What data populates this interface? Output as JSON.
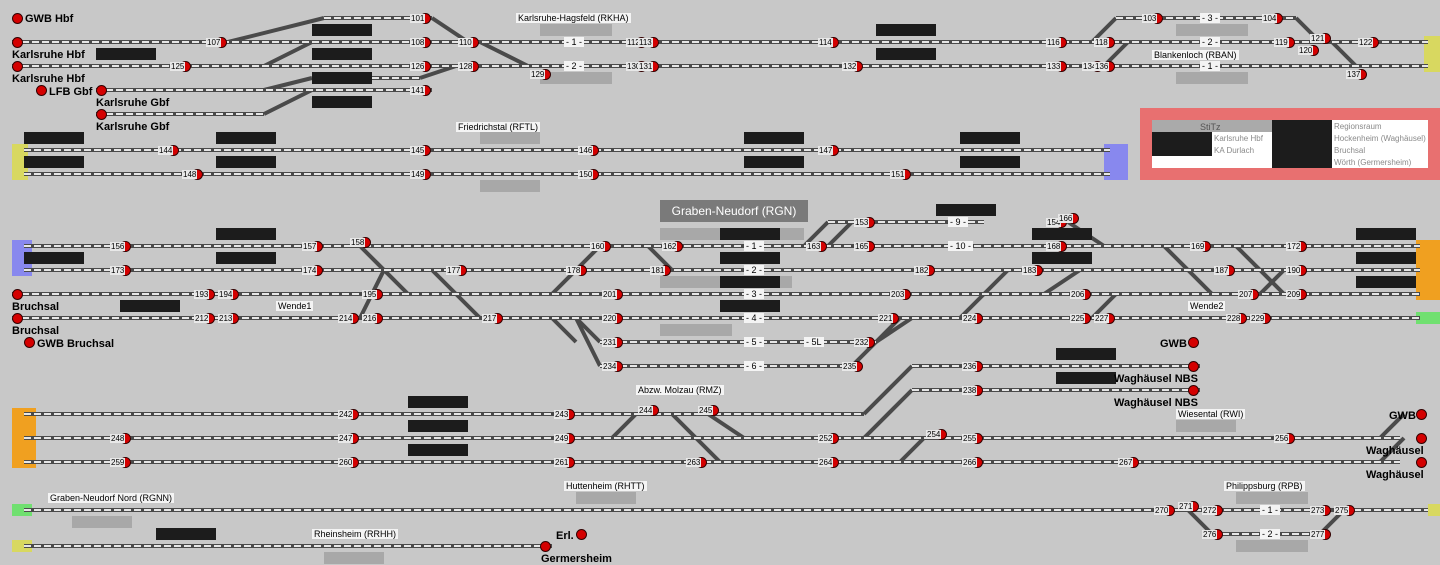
{
  "colors": {
    "background": "#c8c8c8",
    "track": "#555555",
    "signal_red": "#d40000",
    "signal_green": "#2a8a2a",
    "display": "#1a1a1a",
    "panel_red": "#e87070",
    "edge_yellow": "#d8d860",
    "edge_blue": "#8888ee",
    "edge_orange": "#f0a020",
    "edge_green": "#70e070"
  },
  "stations": {
    "karlsruhe_hagsfeld": "Karlsruhe-Hagsfeld (RKHA)",
    "blankenloch": "Blankenloch (RBAN)",
    "friedrichstal": "Friedrichstal (RFTL)",
    "graben_neudorf": "Graben-Neudorf (RGN)",
    "abzw_molzau": "Abzw. Molzau (RMZ)",
    "wiesental": "Wiesental (RWI)",
    "huttenheim": "Huttenheim (RHTT)",
    "philippsburg": "Philippsburg (RPB)",
    "graben_neudorf_nord": "Graben-Neudorf Nord (RGNN)",
    "rheinsheim": "Rheinsheim (RRHH)"
  },
  "destinations": {
    "gwb_hbf": "GWB Hbf",
    "karlsruhe_hbf_1": "Karlsruhe Hbf",
    "karlsruhe_hbf_2": "Karlsruhe Hbf",
    "lfb_gbf": "LFB Gbf",
    "karlsruhe_gbf_1": "Karlsruhe Gbf",
    "karlsruhe_gbf_2": "Karlsruhe Gbf",
    "bruchsal_1": "Bruchsal",
    "bruchsal_2": "Bruchsal",
    "gwb_bruchsal": "GWB Bruchsal",
    "gwb_right_1": "GWB",
    "waghaeusel_nbs_1": "Waghäusel NBS",
    "waghaeusel_nbs_2": "Waghäusel NBS",
    "gwb_right_2": "GWB",
    "waghaeusel_1": "Waghäusel",
    "waghaeusel_2": "Waghäusel",
    "erl": "Erl.",
    "germersheim": "Germersheim"
  },
  "wende": {
    "wende1": "Wende1",
    "wende2": "Wende2"
  },
  "track_numbers": {
    "rkha_1": "- 1 -",
    "rkha_2": "- 2 -",
    "rban_3": "- 3 -",
    "rban_2": "- 2 -",
    "rban_1": "- 1 -",
    "rgn_9": "- 9 -",
    "rgn_10": "- 10 -",
    "rgn_1": "- 1 -",
    "rgn_2": "- 2 -",
    "rgn_3": "- 3 -",
    "rgn_4": "- 4 -",
    "rgn_5": "- 5 -",
    "rgn_5l": "- 5L",
    "rgn_6": "- 6 -",
    "rpb_1": "- 1 -",
    "rpb_2": "- 2 -"
  },
  "signals": {
    "s101": "101",
    "s107": "107",
    "s108": "108",
    "s110": "110",
    "s112": "112",
    "s113": "113",
    "s114": "114",
    "s116": "116",
    "s118": "118",
    "s119": "119",
    "s120": "120",
    "s121": "121",
    "s122": "122",
    "s103": "103",
    "s104": "104",
    "s125": "125",
    "s126": "126",
    "s128": "128",
    "s129": "129",
    "s130": "130",
    "s131": "131",
    "s132": "132",
    "s133": "133",
    "s134": "134",
    "s136": "136",
    "s137": "137",
    "s141": "141",
    "s144": "144",
    "s145": "145",
    "s146": "146",
    "s147": "147",
    "s148": "148",
    "s149": "149",
    "s150": "150",
    "s151": "151",
    "s153": "153",
    "s154": "154",
    "s156": "156",
    "s157": "157",
    "s158": "158",
    "s160": "160",
    "s162": "162",
    "s163": "163",
    "s165": "165",
    "s166": "166",
    "s168": "168",
    "s169": "169",
    "s172": "172",
    "s173": "173",
    "s174": "174",
    "s177": "177",
    "s178": "178",
    "s181": "181",
    "s182": "182",
    "s183": "183",
    "s187": "187",
    "s190": "190",
    "s193": "193",
    "s194": "194",
    "s195": "195",
    "s201": "201",
    "s203": "203",
    "s206": "206",
    "s207": "207",
    "s209": "209",
    "s212": "212",
    "s213": "213",
    "s214": "214",
    "s216": "216",
    "s217": "217",
    "s220": "220",
    "s221": "221",
    "s224": "224",
    "s225": "225",
    "s227": "227",
    "s228": "228",
    "s229": "229",
    "s231": "231",
    "s232": "232",
    "s234": "234",
    "s235": "235",
    "s236": "236",
    "s238": "238",
    "s242": "242",
    "s243": "243",
    "s244": "244",
    "s245": "245",
    "s247": "247",
    "s248": "248",
    "s249": "249",
    "s252": "252",
    "s254": "254",
    "s255": "255",
    "s256": "256",
    "s259": "259",
    "s260": "260",
    "s261": "261",
    "s263": "263",
    "s264": "264",
    "s266": "266",
    "s267": "267",
    "s270": "270",
    "s271": "271",
    "s272": "272",
    "s273": "273",
    "s275": "275",
    "s276": "276",
    "s277": "277"
  },
  "stitz_panel": {
    "title": "StiTz",
    "left": [
      "Karlsruhe Hbf",
      "KA Durlach"
    ],
    "right": [
      "Regionsraum",
      "Hockenheim (Waghäusel)",
      "Bruchsal",
      "Wörth (Germersheim)"
    ]
  }
}
